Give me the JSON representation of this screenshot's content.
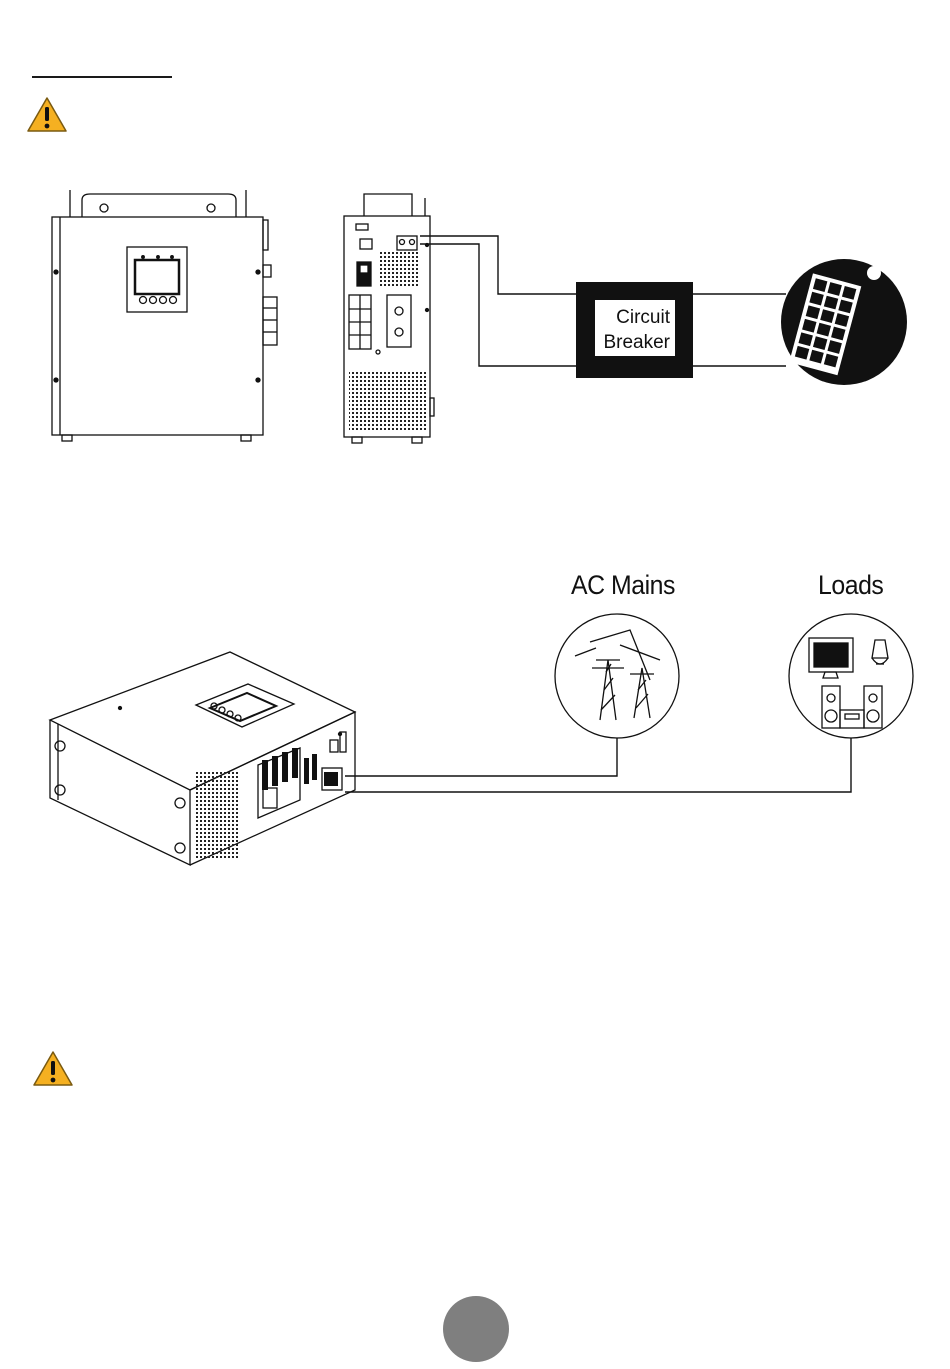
{
  "top_diagram": {
    "breaker_line1": "Circuit",
    "breaker_line2": "Breaker"
  },
  "bottom_diagram": {
    "ac_label": "AC  Mains",
    "loads_label": "Loads"
  },
  "icons": {
    "warning_top": "warning-triangle-icon",
    "warning_bottom": "warning-triangle-icon",
    "solar_panel": "solar-panel-icon",
    "power_tower": "transmission-tower-icon",
    "loads": "tv-bulb-speakers-icon"
  },
  "colors": {
    "warning_fill": "#f5b021",
    "page_badge": "#7f7f7f"
  }
}
